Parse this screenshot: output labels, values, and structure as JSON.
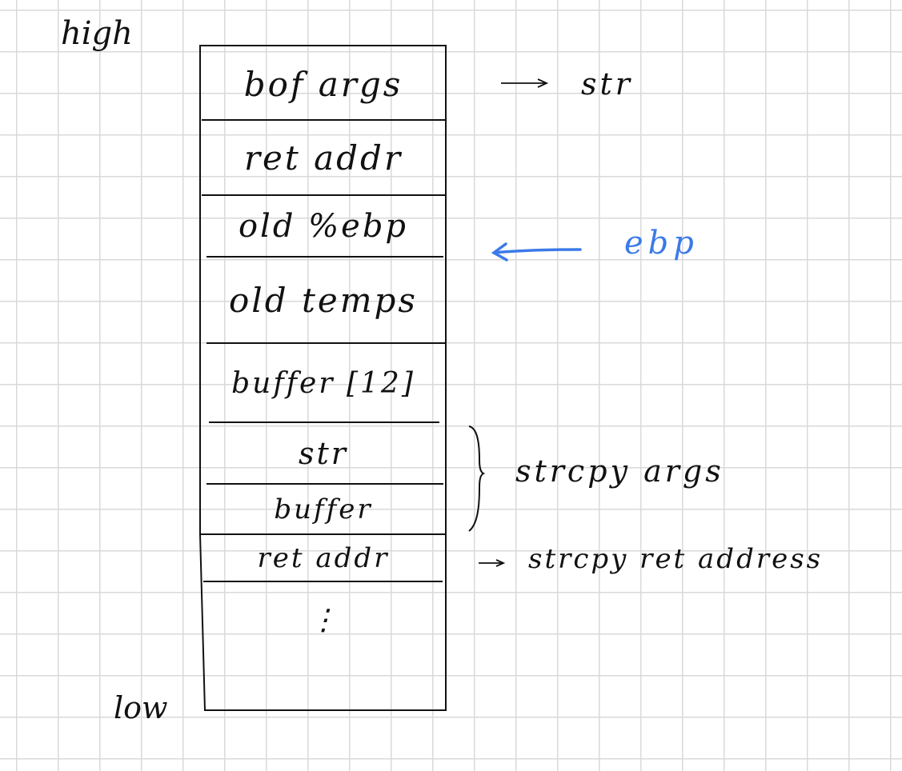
{
  "labels": {
    "high": "high",
    "low": "low"
  },
  "stack_cells": [
    {
      "text": "bof args"
    },
    {
      "text": "ret addr"
    },
    {
      "text": "old %ebp"
    },
    {
      "text": "old temps"
    },
    {
      "text": "buffer [12]"
    },
    {
      "text": "str"
    },
    {
      "text": "buffer"
    },
    {
      "text": "ret addr"
    },
    {
      "text": "⋮"
    }
  ],
  "annotations": {
    "bof_args_note": "str",
    "ebp_pointer": "ebp",
    "strcpy_args": "strcpy args",
    "strcpy_ret": "strcpy ret address"
  },
  "colors": {
    "ink": "#111111",
    "ebp_pointer": "#3b7ae8",
    "grid": "#d9d9d9"
  }
}
